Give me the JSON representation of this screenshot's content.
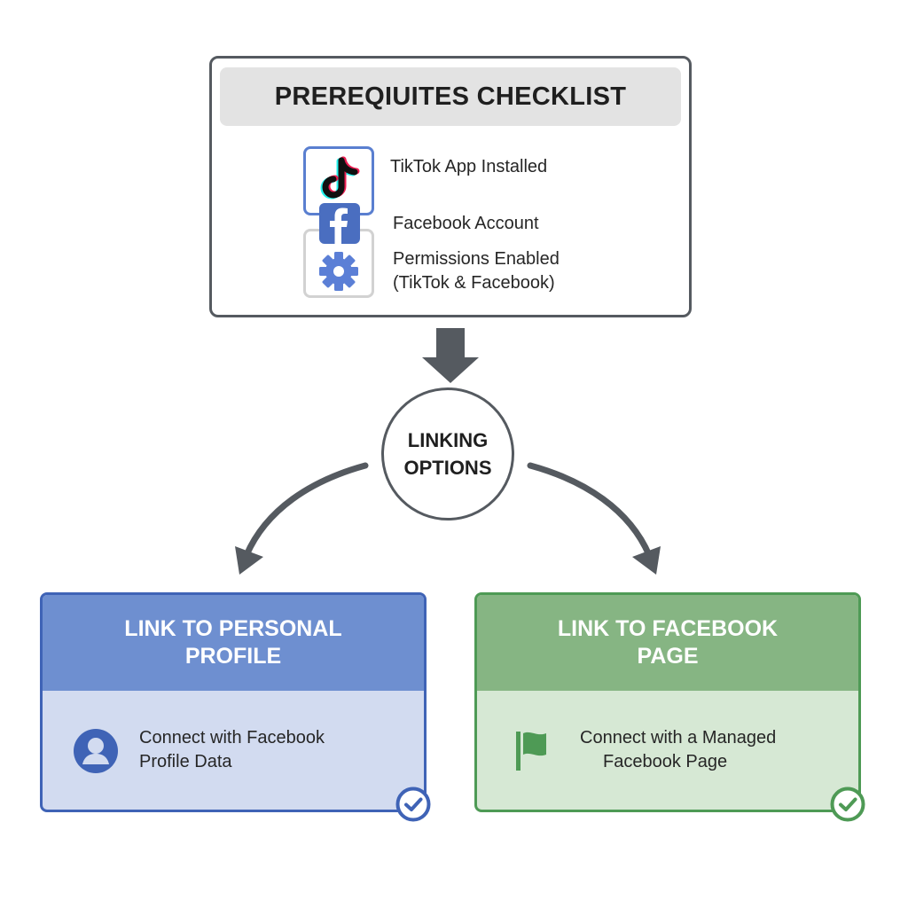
{
  "checklist": {
    "title": "PREREQIUITES CHECKLIST",
    "items": [
      {
        "label": "TikTok App Installed",
        "icon": "tiktok-icon"
      },
      {
        "label": "Facebook Account",
        "icon": "facebook-icon"
      },
      {
        "label_line1": "Permissions Enabled",
        "label_line2": "(TikTok & Facebook)",
        "icon": "gear-icon"
      }
    ]
  },
  "options": {
    "line1": "LINKING",
    "line2": "OPTIONS"
  },
  "cards": {
    "personal": {
      "title_line1": "LINK TO PERSONAL",
      "title_line2": "PROFILE",
      "desc_line1": "Connect with Facebook",
      "desc_line2": "Profile Data",
      "icon": "user-avatar-icon",
      "accent": "#3f63b6"
    },
    "page": {
      "title_line1": "LINK TO FACEBOOK",
      "title_line2": "PAGE",
      "desc_line1": "Connect with a Managed",
      "desc_line2": "Facebook Page",
      "icon": "flag-icon",
      "accent": "#4e9a55"
    }
  },
  "colors": {
    "facebook_blue": "#4a6ec0",
    "tiktok_red": "#ee1d52",
    "tiktok_cyan": "#25f4ee",
    "connector_gray": "#555a60"
  }
}
